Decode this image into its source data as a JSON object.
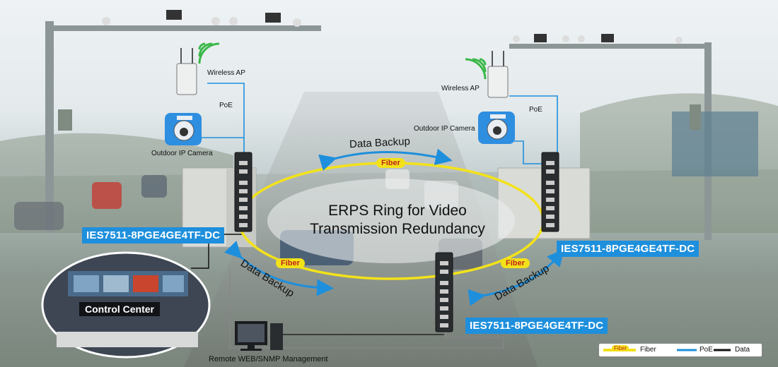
{
  "devices": {
    "left_switch_label": "IES7511-8PGE4GE4TF-DC",
    "right_switch_label": "IES7511-8PGE4GE4TF-DC",
    "bottom_switch_label": "IES7511-8PGE4GE4TF-DC"
  },
  "left_site": {
    "ap_label": "Wireless AP",
    "poe_label": "PoE",
    "camera_label": "Outdoor IP Camera"
  },
  "right_site": {
    "ap_label": "Wireless AP",
    "poe_label": "PoE",
    "camera_label": "Outdoor IP Camera"
  },
  "ring": {
    "title_line1": "ERPS Ring for Video",
    "title_line2": "Transmission Redundancy",
    "fiber_top": "Fiber",
    "fiber_left": "Fiber",
    "fiber_right": "Fiber",
    "backup_top": "Data Backup",
    "backup_left": "Data Backup",
    "backup_right": "Data Backup"
  },
  "control_center": {
    "label": "Control Center"
  },
  "management": {
    "label": "Remote WEB/SNMP Management"
  },
  "legend": {
    "fiber_badge": "Fiber",
    "fiber": "Fiber",
    "poe": "PoE",
    "data": "Data"
  },
  "colors": {
    "fiber": "#f3e21a",
    "poe": "#1e8fdc",
    "data": "#111111",
    "label_bg": "#1e8fdc"
  }
}
